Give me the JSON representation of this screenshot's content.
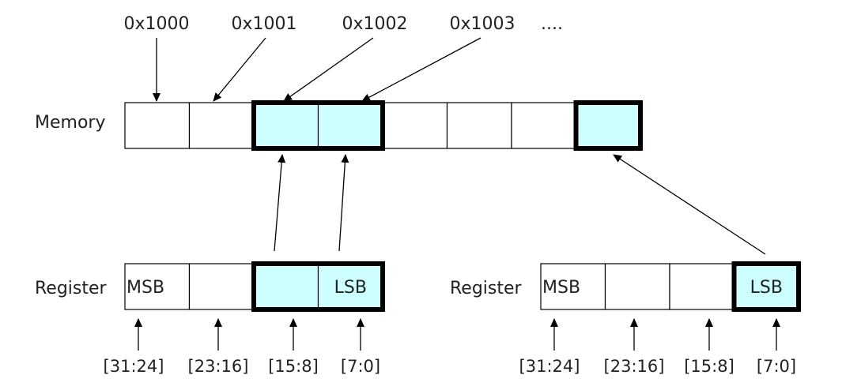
{
  "colors": {
    "highlight": "#ccffff",
    "stroke": "#000000",
    "text": "#222222"
  },
  "addresses": [
    "0x1000",
    "0x1001",
    "0x1002",
    "0x1003",
    "...."
  ],
  "memory": {
    "label": "Memory",
    "cells": [
      {
        "highlighted": false
      },
      {
        "highlighted": false
      },
      {
        "highlighted": true
      },
      {
        "highlighted": true
      },
      {
        "highlighted": false
      },
      {
        "highlighted": false
      },
      {
        "highlighted": false
      },
      {
        "highlighted": true
      }
    ]
  },
  "registers": [
    {
      "label": "Register",
      "cells": [
        {
          "text": "MSB",
          "highlighted": false
        },
        {
          "text": "",
          "highlighted": false
        },
        {
          "text": "",
          "highlighted": true
        },
        {
          "text": "LSB",
          "highlighted": true
        }
      ],
      "bits": [
        "[31:24]",
        "[23:16]",
        "[15:8]",
        "[7:0]"
      ]
    },
    {
      "label": "Register",
      "cells": [
        {
          "text": "MSB",
          "highlighted": false
        },
        {
          "text": "",
          "highlighted": false
        },
        {
          "text": "",
          "highlighted": false
        },
        {
          "text": "LSB",
          "highlighted": true
        }
      ],
      "bits": [
        "[31:24]",
        "[23:16]",
        "[15:8]",
        "[7:0]"
      ]
    }
  ]
}
